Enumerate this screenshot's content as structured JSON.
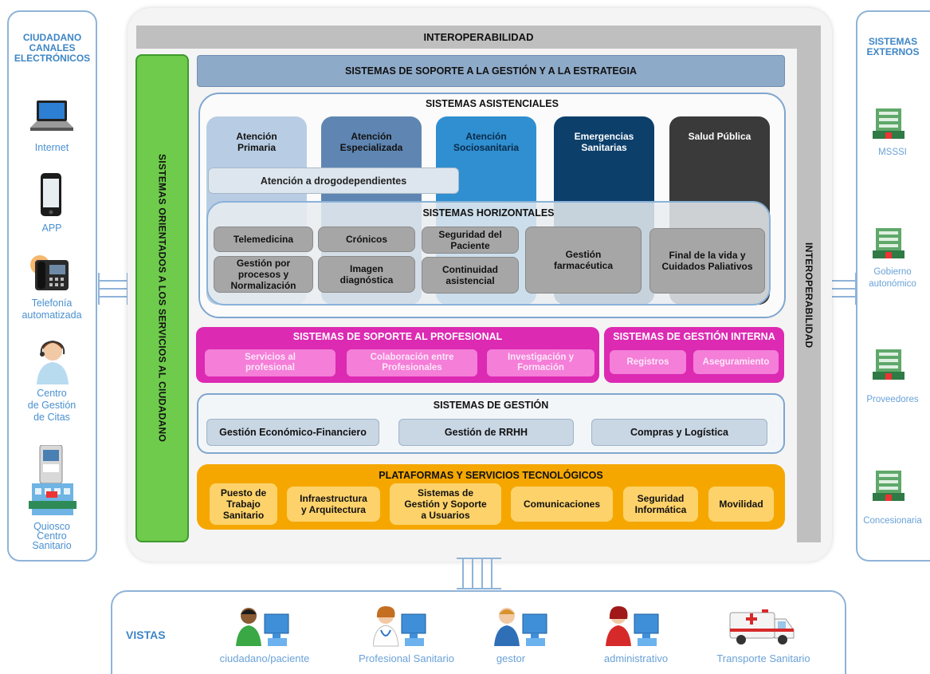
{
  "left_panel": {
    "title_lines": [
      "CIUDADANO",
      "CANALES",
      "ELECTRÓNICOS"
    ],
    "channels": [
      {
        "icon": "laptop-icon",
        "label_lines": [
          "Internet"
        ]
      },
      {
        "icon": "smartphone-icon",
        "label_lines": [
          "APP"
        ]
      },
      {
        "icon": "telephone-icon",
        "label_lines": [
          "Telefonía",
          "automatizada"
        ]
      },
      {
        "icon": "operator-headset-icon",
        "label_lines": [
          "Centro",
          "de Gestión",
          "de Citas"
        ]
      },
      {
        "icon": "kiosk-icon",
        "label_lines": [
          "Quiosco",
          "Centro",
          "Sanitario"
        ]
      }
    ]
  },
  "right_panel": {
    "title_lines": [
      "SISTEMAS",
      "EXTERNOS"
    ],
    "entities": [
      {
        "icon": "building-icon",
        "label_lines": [
          "MSSSI"
        ]
      },
      {
        "icon": "building-icon",
        "label_lines": [
          "Gobierno",
          "autonómico"
        ]
      },
      {
        "icon": "building-icon",
        "label_lines": [
          "Proveedores"
        ]
      },
      {
        "icon": "building-icon",
        "label_lines": [
          "Concesionaria"
        ]
      }
    ]
  },
  "main": {
    "interop_top": "INTEROPERABILIDAD",
    "interop_right": "INTEROPERABILIDAD",
    "orientados": "SISTEMAS ORIENTADOS A LOS SERVICIOS AL CIUDADANO",
    "soporte_gestion": "SISTEMAS DE SOPORTE A LA GESTIÓN Y A LA ESTRATEGIA",
    "asistenciales": {
      "title": "SISTEMAS ASISTENCIALES",
      "columns": [
        {
          "lines": [
            "Atención",
            "Primaria"
          ],
          "bg": "#b8cde3",
          "fg": "#111111"
        },
        {
          "lines": [
            "Atención",
            "Especializada"
          ],
          "bg": "#5f86b2",
          "fg": "#111111"
        },
        {
          "lines": [
            "Atención",
            "Sociosanitaria"
          ],
          "bg": "#2f8fd0",
          "fg": "#0b2a48"
        },
        {
          "lines": [
            "Emergencias",
            "Sanitarias"
          ],
          "bg": "#0d3f6b",
          "fg": "#ffffff"
        },
        {
          "lines": [
            "Salud Pública"
          ],
          "bg": "#3a3a3a",
          "fg": "#ffffff"
        }
      ],
      "drogodependientes": "Atención a drogodependientes",
      "horizontales": {
        "title": "SISTEMAS HORIZONTALES",
        "boxes": [
          {
            "lines": [
              "Telemedicina"
            ]
          },
          {
            "lines": [
              "Gestión por",
              "procesos y",
              "Normalización"
            ]
          },
          {
            "lines": [
              "Crónicos"
            ]
          },
          {
            "lines": [
              "Imagen",
              "diagnóstica"
            ]
          },
          {
            "lines": [
              "Seguridad del",
              "Paciente"
            ]
          },
          {
            "lines": [
              "Continuidad",
              "asistencial"
            ]
          },
          {
            "lines": [
              "Gestión",
              "farmacéutica"
            ]
          },
          {
            "lines": [
              "Final de la vida y",
              "Cuidados Paliativos"
            ]
          }
        ]
      }
    },
    "soporte_profesional": {
      "title": "SISTEMAS DE SOPORTE AL PROFESIONAL",
      "boxes": [
        {
          "lines": [
            "Servicios al",
            "profesional"
          ]
        },
        {
          "lines": [
            "Colaboración entre",
            "Profesionales"
          ]
        },
        {
          "lines": [
            "Investigación y",
            "Formación"
          ]
        }
      ]
    },
    "gestion_interna": {
      "title": "SISTEMAS DE GESTIÓN INTERNA",
      "boxes": [
        {
          "lines": [
            "Registros"
          ]
        },
        {
          "lines": [
            "Aseguramiento"
          ]
        }
      ]
    },
    "gestion": {
      "title": "SISTEMAS DE GESTIÓN",
      "boxes": [
        {
          "lines": [
            "Gestión Económico-Financiero"
          ]
        },
        {
          "lines": [
            "Gestión de RRHH"
          ]
        },
        {
          "lines": [
            "Compras y Logística"
          ]
        }
      ]
    },
    "plataformas": {
      "title": "PLATAFORMAS Y SERVICIOS TECNOLÓGICOS",
      "boxes": [
        {
          "lines": [
            "Puesto de",
            "Trabajo",
            "Sanitario"
          ]
        },
        {
          "lines": [
            "Infraestructura",
            "y Arquitectura"
          ]
        },
        {
          "lines": [
            "Sistemas de",
            "Gestión y Soporte",
            "a Usuarios"
          ]
        },
        {
          "lines": [
            "Comunicaciones"
          ]
        },
        {
          "lines": [
            "Seguridad",
            "Informática"
          ]
        },
        {
          "lines": [
            "Movilidad"
          ]
        }
      ]
    }
  },
  "vistas": {
    "title": "VISTAS",
    "items": [
      {
        "icon": "citizen-computer-icon",
        "label": "ciudadano/paciente"
      },
      {
        "icon": "doctor-computer-icon",
        "label": "Profesional Sanitario"
      },
      {
        "icon": "manager-computer-icon",
        "label": "gestor"
      },
      {
        "icon": "clerk-computer-icon",
        "label": "administrativo"
      },
      {
        "icon": "ambulance-icon",
        "label": "Transporte Sanitario"
      }
    ]
  }
}
